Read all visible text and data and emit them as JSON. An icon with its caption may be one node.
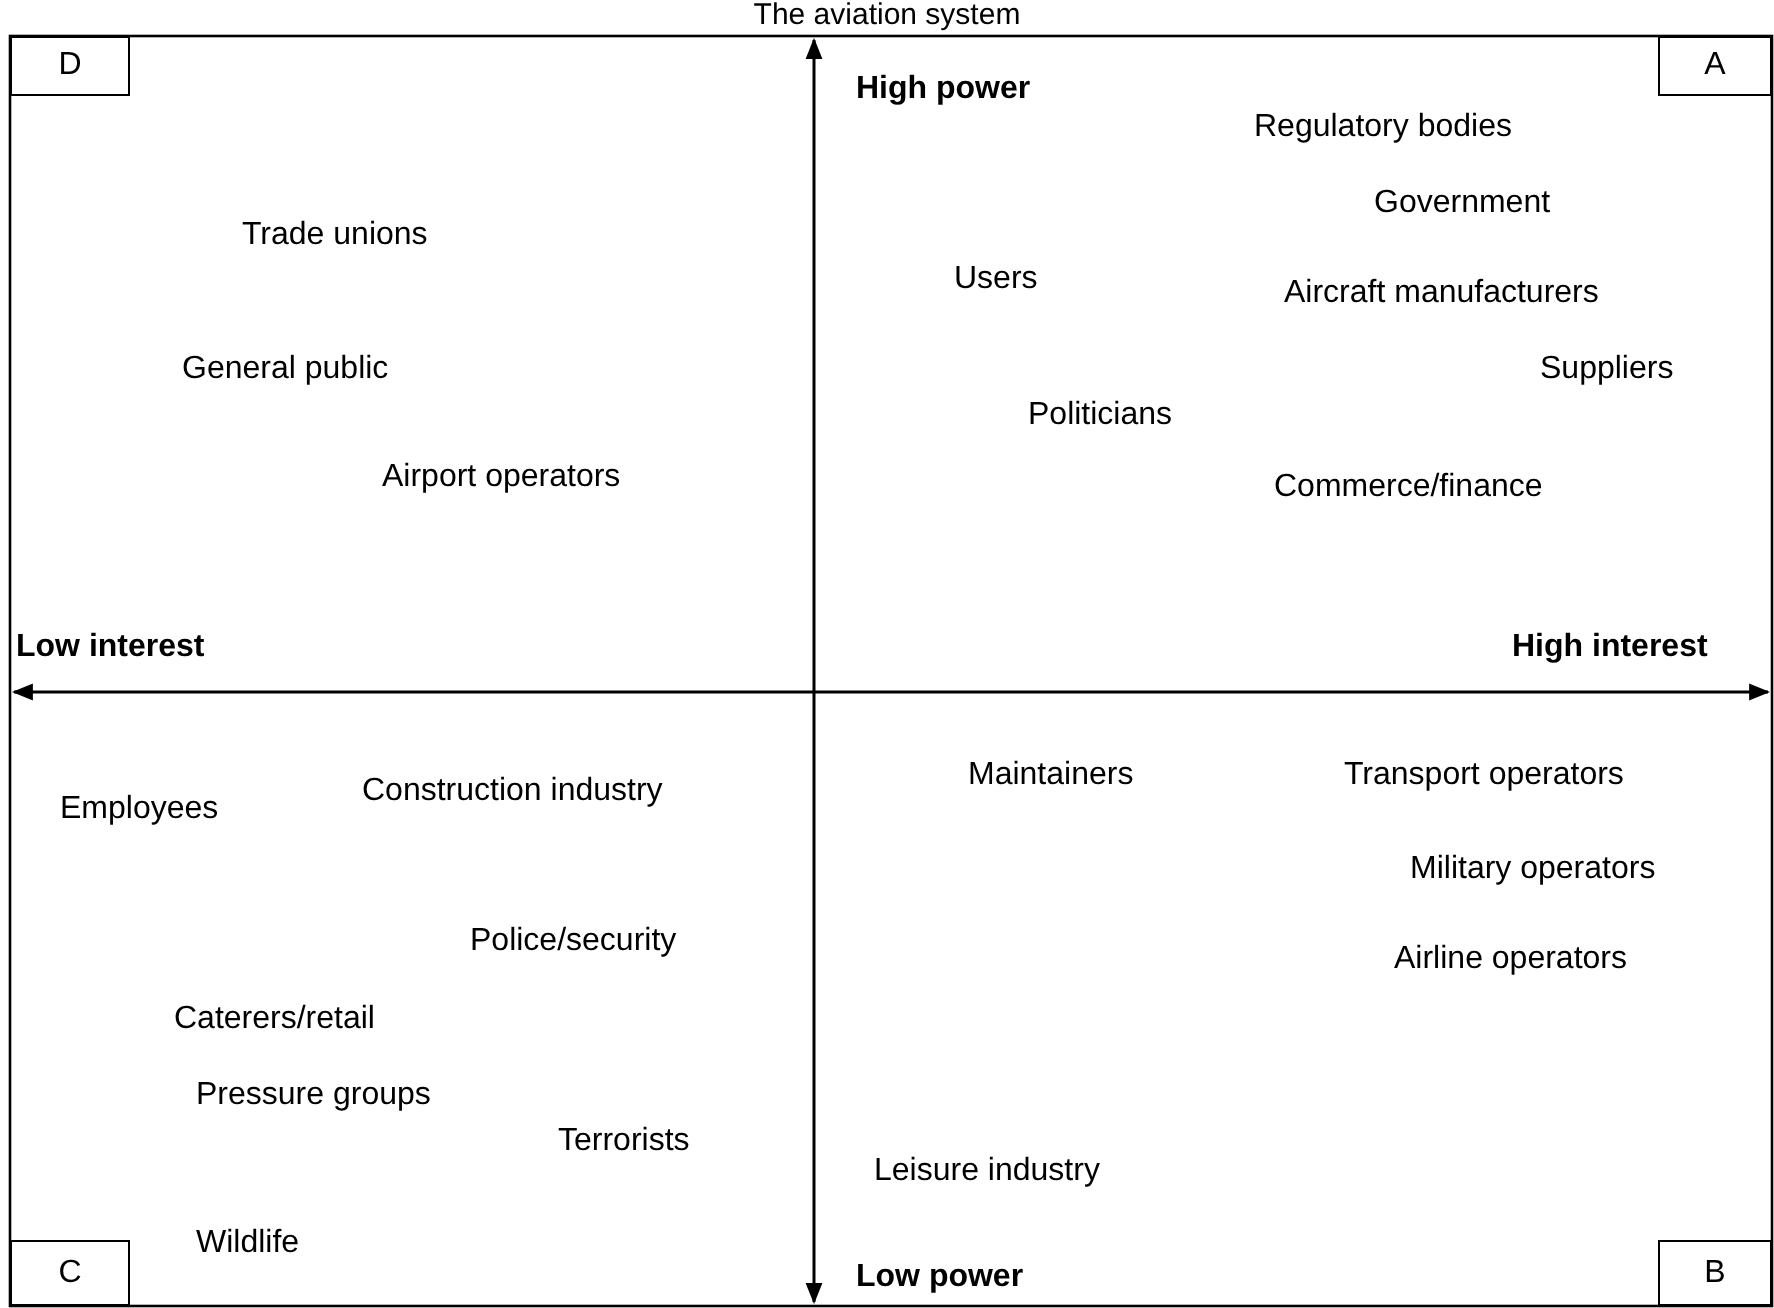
{
  "diagram": {
    "title": "The aviation system",
    "nodes": [
      {
        "text": [
          "D"
        ]
      },
      {
        "text": [
          "A"
        ]
      },
      {
        "text": [
          "C"
        ]
      },
      {
        "text": [
          "B"
        ]
      }
    ],
    "labels": [
      "High power",
      "Regulatory bodies",
      "Government",
      "Trade unions",
      "Users",
      "Aircraft manufacturers",
      "General public",
      "Suppliers",
      "Politicians",
      "Airport operators",
      "Commerce/finance",
      "Low interest",
      "High interest",
      "Maintainers",
      "Transport operators",
      "Construction industry",
      "Employees",
      "Military operators",
      "Police/security",
      "Airline operators",
      "Caterers/retail",
      "Pressure groups",
      "Terrorists",
      "Leisure industry",
      "Wildlife",
      "Low power"
    ]
  }
}
